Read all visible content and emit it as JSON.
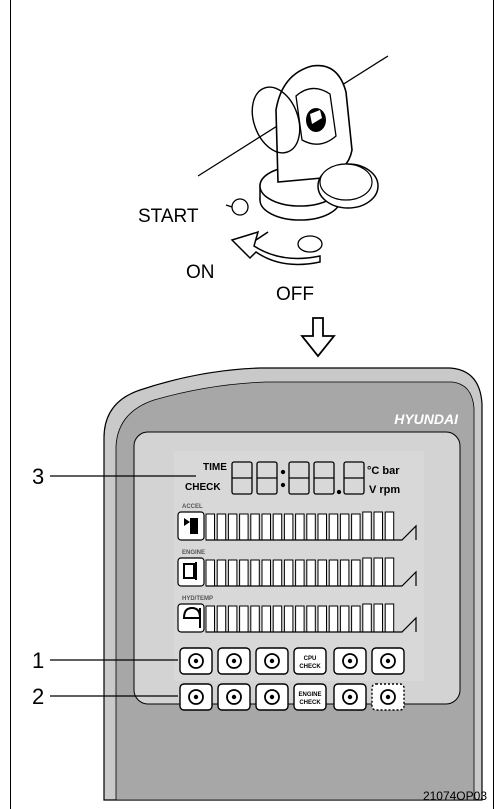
{
  "key_switch": {
    "start_label": "START",
    "on_label": "ON",
    "off_label": "OFF"
  },
  "cluster": {
    "brand": "HYUNDAI",
    "time_label": "TIME",
    "check_label": "CHECK",
    "unit_celsius_bar": "°C bar",
    "unit_v_rpm": "V rpm",
    "gauge_labels": [
      "ACCEL",
      "ENGINE",
      "HYD/TEMP"
    ],
    "row1_icons": [
      "oil-pressure-icon",
      "fan-icon",
      "fuel-warning-icon",
      "cpu-check-icon",
      "work-mode-icon",
      "overheat-icon"
    ],
    "row2_icons": [
      "battery-icon",
      "air-cleaner-icon",
      "wrench-icon",
      "engine-check-icon",
      "brake-icon",
      "preheat-icon"
    ],
    "cpu_check_text": [
      "CPU",
      "CHECK"
    ],
    "engine_check_text": [
      "ENGINE",
      "CHECK"
    ]
  },
  "callouts": {
    "n1": "1",
    "n2": "2",
    "n3": "3"
  },
  "figure_code": "21074OP03"
}
